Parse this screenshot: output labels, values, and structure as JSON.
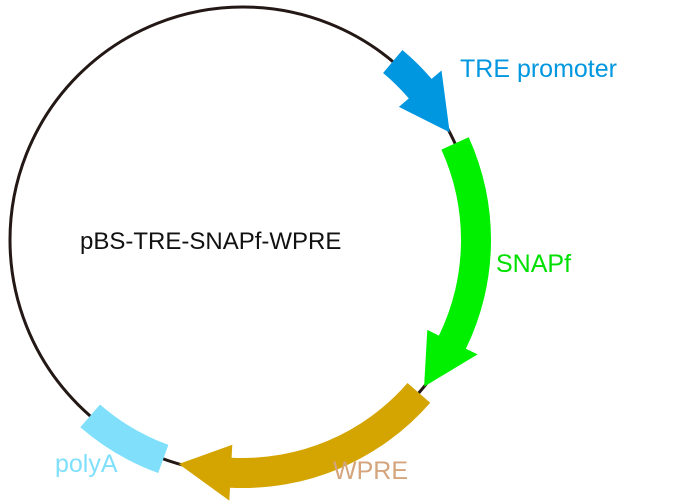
{
  "plasmid_name": "pBS-TRE-SNAPf-WPRE",
  "backbone_color": "#231815",
  "features": [
    {
      "name": "TRE promoter",
      "color": "#0097e0",
      "label_color": "#0097e0",
      "type": "arrow"
    },
    {
      "name": "SNAPf",
      "color": "#00f000",
      "label_color": "#00e000",
      "type": "arrow"
    },
    {
      "name": "WPRE",
      "color": "#d4a500",
      "label_color": "#d4a57c",
      "type": "arrow"
    },
    {
      "name": "polyA",
      "color": "#80e0fc",
      "label_color": "#80e0fc",
      "type": "box"
    }
  ]
}
